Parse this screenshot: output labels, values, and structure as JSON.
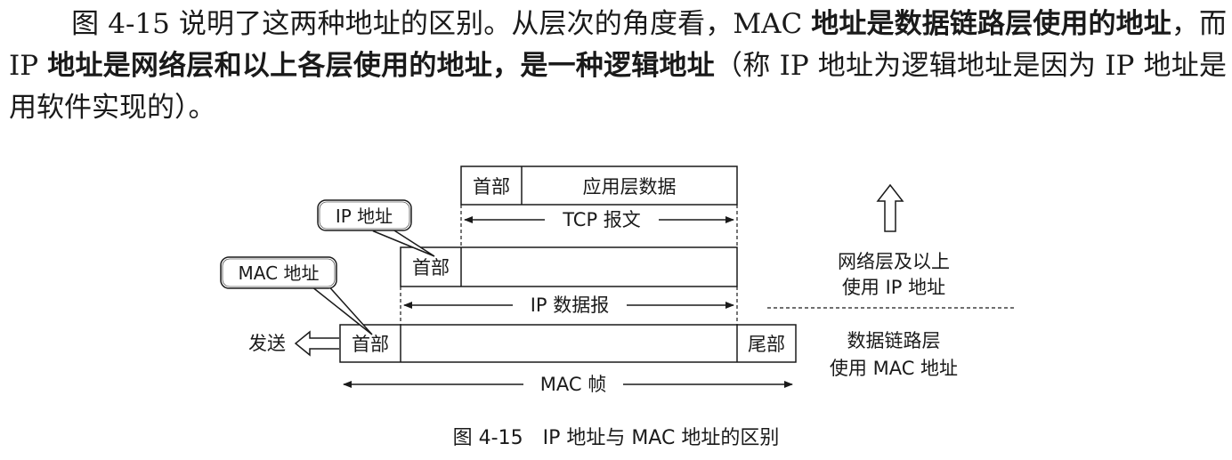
{
  "paragraph": {
    "part1": "图 4-15 说明了这两种地址的区别。从层次的角度看，MAC ",
    "bold1": "地址是数据链路层使用的地址",
    "part2": "，而 IP ",
    "bold2": "地址是网络层和以上各层使用的地址，是一种逻辑地址",
    "part3": "（称 IP 地址为逻辑地址是因为 IP 地址是用软件实现的）。"
  },
  "figure": {
    "tcp_header": "首部",
    "app_data": "应用层数据",
    "tcp_segment": "TCP 报文",
    "ip_callout": "IP 地址",
    "ip_header": "首部",
    "ip_datagram": "IP 数据报",
    "mac_callout": "MAC 地址",
    "mac_header": "首部",
    "mac_trailer": "尾部",
    "mac_frame": "MAC 帧",
    "send_label": "发送",
    "network_layer_label_1": "网络层及以上",
    "network_layer_label_2": "使用 IP 地址",
    "datalink_label_1": "数据链路层",
    "datalink_label_2": "使用 MAC 地址",
    "caption": "图 4-15　IP 地址与 MAC 地址的区别"
  }
}
